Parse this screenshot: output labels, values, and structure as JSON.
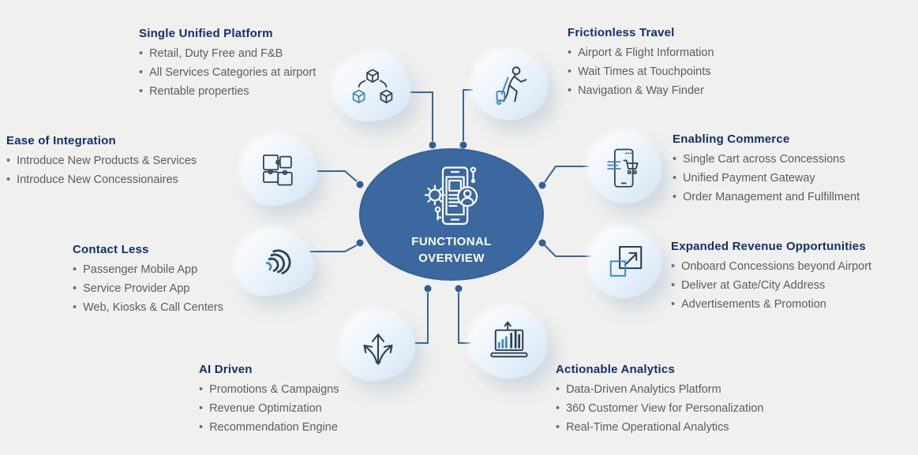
{
  "diagram_title": "Functional Overview",
  "center": {
    "line1": "FUNCTIONAL",
    "line2": "OVERVIEW",
    "icon": "phone-services-icon",
    "fill_color": "#3a689f",
    "text_color": "#ffffff"
  },
  "colors": {
    "background": "#f0f0ef",
    "heading": "#13306b",
    "body_text": "#5c5d60",
    "connector": "#38649c",
    "icon_dark": "#2d4155",
    "icon_accent": "#3e87c2",
    "blob_gradient_end": "#d2e5f6"
  },
  "sections": [
    {
      "id": "single-unified-platform",
      "title": "Single Unified Platform",
      "icon": "cubes-network-icon",
      "items": [
        "Retail, Duty Free and F&B",
        "All Services Categories at airport",
        "Rentable properties"
      ]
    },
    {
      "id": "frictionless-travel",
      "title": "Frictionless Travel",
      "icon": "traveler-luggage-icon",
      "items": [
        "Airport & Flight Information",
        "Wait Times at Touchpoints",
        "Navigation & Way Finder"
      ]
    },
    {
      "id": "ease-of-integration",
      "title": "Ease of Integration",
      "icon": "puzzle-icon",
      "items": [
        "Introduce New Products & Services",
        "Introduce New Concessionaires"
      ]
    },
    {
      "id": "enabling-commerce",
      "title": "Enabling Commerce",
      "icon": "mobile-cart-icon",
      "items": [
        "Single Cart across Concessions",
        "Unified Payment Gateway",
        "Order Management  and Fulfillment"
      ]
    },
    {
      "id": "contact-less",
      "title": "Contact Less",
      "icon": "contactless-waves-icon",
      "items": [
        "Passenger Mobile App",
        "Service Provider App",
        "Web, Kiosks & Call Centers"
      ]
    },
    {
      "id": "expanded-revenue-opportunities",
      "title": "Expanded Revenue Opportunities",
      "icon": "expand-arrows-icon",
      "items": [
        "Onboard Concessions beyond Airport",
        "Deliver at Gate/City Address",
        "Advertisements & Promotion"
      ]
    },
    {
      "id": "ai-driven",
      "title": "AI Driven",
      "icon": "branching-arrows-icon",
      "items": [
        "Promotions & Campaigns",
        "Revenue Optimization",
        "Recommendation Engine"
      ]
    },
    {
      "id": "actionable-analytics",
      "title": "Actionable Analytics",
      "icon": "analytics-laptop-icon",
      "items": [
        "Data-Driven Analytics Platform",
        "360 Customer View for Personalization",
        "Real-Time Operational Analytics"
      ]
    }
  ]
}
